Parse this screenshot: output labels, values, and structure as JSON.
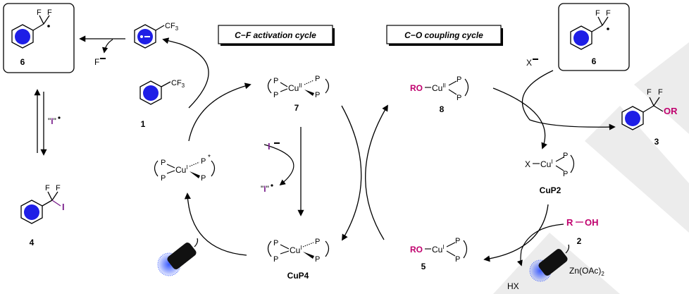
{
  "titles": {
    "cf_cycle": "C−F activation cycle",
    "co_cycle": "C−O coupling cycle"
  },
  "labels": {
    "c1": "1",
    "c2": "2",
    "c3": "3",
    "c4": "4",
    "c5": "5",
    "c6_left": "6",
    "c6_right": "6",
    "c7": "7",
    "c8": "8",
    "cup2": "CuP2",
    "cup4": "CuP4"
  },
  "groups": {
    "f": "F",
    "cf3": "CF",
    "cf3_sub": "3",
    "i": "I",
    "or": "OR",
    "ro": "RO",
    "r": "R",
    "oh": "OH",
    "p": "P",
    "x": "X",
    "cu": "Cu",
    "ox_ii": "II",
    "ox_i": "I",
    "hx": "HX",
    "zn": "Zn(OAc)",
    "zn_sub": "2",
    "f_minus": "F",
    "x_minus": "X",
    "i_minus": "I",
    "i_radical": "I",
    "quote_open": "\"",
    "quote_close": "\"",
    "star": "*"
  },
  "colors": {
    "benzene_fill": "#1e1ee6",
    "accent_magenta": "#c0006e",
    "iodine_purple": "#7a1f8c",
    "watermark": "#ececec",
    "lamp_glow": "#3a5bff"
  },
  "watermark": {
    "visible": true
  }
}
